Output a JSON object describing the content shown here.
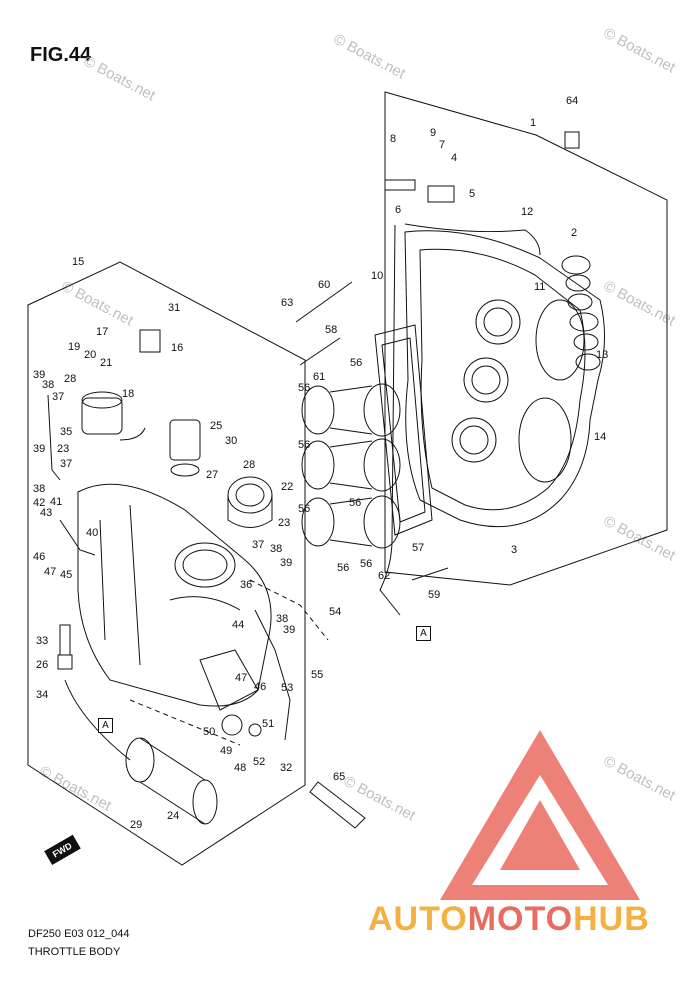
{
  "header": {
    "figure_label": "FIG.44"
  },
  "footer": {
    "code": "DF250 E03 012_044",
    "title": "THROTTLE BODY"
  },
  "watermark": {
    "text": "© Boats.net"
  },
  "brand": {
    "part1": "AUTO",
    "part2": "MOTO",
    "part3": "HUB",
    "colors": [
      "#f4b041",
      "#ea6b5f"
    ]
  },
  "badges": {
    "fwd": "FWD",
    "ref_a": "A",
    "ref_a_top": "A"
  },
  "callouts": [
    "1",
    "2",
    "3",
    "4",
    "5",
    "6",
    "7",
    "8",
    "9",
    "10",
    "11",
    "12",
    "13",
    "14",
    "15",
    "16",
    "17",
    "18",
    "19",
    "20",
    "21",
    "22",
    "23",
    "24",
    "25",
    "26",
    "27",
    "28",
    "29",
    "30",
    "31",
    "32",
    "33",
    "34",
    "35",
    "36",
    "37",
    "38",
    "39",
    "40",
    "41",
    "42",
    "43",
    "44",
    "45",
    "46",
    "47",
    "48",
    "49",
    "50",
    "51",
    "52",
    "53",
    "54",
    "55",
    "56",
    "57",
    "58",
    "59",
    "60",
    "61",
    "62",
    "63",
    "64",
    "65"
  ]
}
